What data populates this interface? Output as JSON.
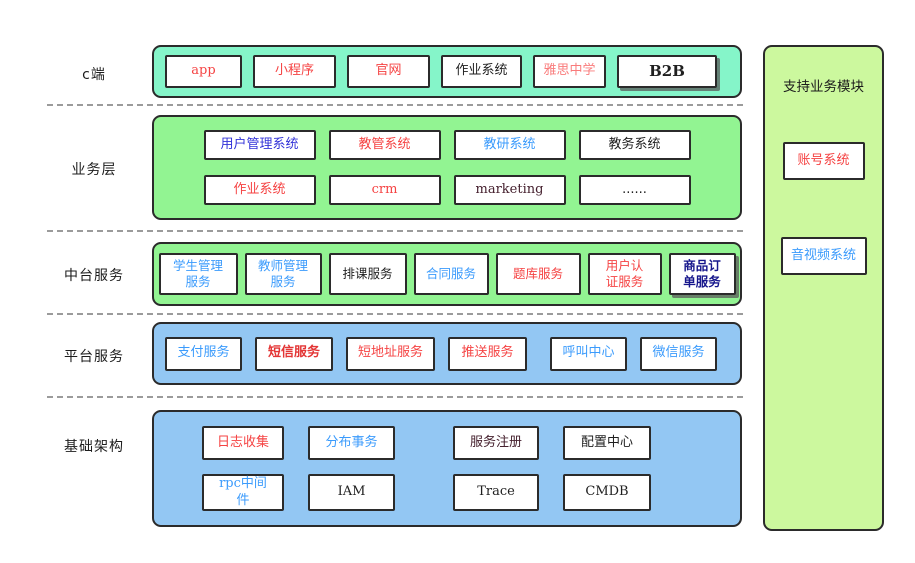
{
  "colors": {
    "c_side_fill": "#85f5c9",
    "business_fill": "#92f492",
    "middle_fill": "#92f492",
    "platform_fill": "#93c7f3",
    "infra_fill": "#93c7f3",
    "sidebar_fill": "#ccf89e",
    "border": "#2b2b2b",
    "red": "#f54343",
    "light_red": "#f97b7b",
    "light_blue": "#3b9bfc",
    "royal_blue": "#3232d8",
    "navy": "#16168c",
    "black": "#1f1f1f",
    "dark_maroon": "#45202e"
  },
  "rows": [
    {
      "label": "c端",
      "boxes": [
        {
          "text": "app",
          "color": "#f54343"
        },
        {
          "text": "小程序",
          "color": "#f54343"
        },
        {
          "text": "官网",
          "color": "#f54343"
        },
        {
          "text": "作业系统",
          "color": "#1f1f1f"
        },
        {
          "text": "雅思中学",
          "color": "#f97b7b"
        },
        {
          "text": "B2B",
          "color": "#1f1f1f"
        }
      ]
    },
    {
      "label": "业务层",
      "boxes": [
        {
          "text": "用户管理系统",
          "color": "#3232d8"
        },
        {
          "text": "教管系统",
          "color": "#f54343"
        },
        {
          "text": "教研系统",
          "color": "#3b9bfc"
        },
        {
          "text": "教务系统",
          "color": "#1f1f1f"
        },
        {
          "text": "作业系统",
          "color": "#f54343"
        },
        {
          "text": "crm",
          "color": "#f54343"
        },
        {
          "text": "marketing",
          "color": "#45202e"
        },
        {
          "text": "......",
          "color": "#1f1f1f"
        }
      ]
    },
    {
      "label": "中台服务",
      "boxes": [
        {
          "text": "学生管理\n服务",
          "color": "#3b9bfc"
        },
        {
          "text": "教师管理\n服务",
          "color": "#3b9bfc"
        },
        {
          "text": "排课服务",
          "color": "#1f1f1f"
        },
        {
          "text": "合同服务",
          "color": "#3b9bfc"
        },
        {
          "text": "题库服务",
          "color": "#f54343"
        },
        {
          "text": "用户认\n证服务",
          "color": "#f54343"
        },
        {
          "text": "商品订\n单服务",
          "color": "#16168c"
        }
      ]
    },
    {
      "label": "平台服务",
      "boxes": [
        {
          "text": "支付服务",
          "color": "#3b9bfc"
        },
        {
          "text": "短信服务",
          "color": "#e33535"
        },
        {
          "text": "短地址服务",
          "color": "#f54343"
        },
        {
          "text": "推送服务",
          "color": "#f54343"
        },
        {
          "text": "呼叫中心",
          "color": "#3b9bfc"
        },
        {
          "text": "微信服务",
          "color": "#3b9bfc"
        }
      ]
    },
    {
      "label": "基础架构",
      "boxes": [
        {
          "text": "日志收集",
          "color": "#f54343"
        },
        {
          "text": "分布事务",
          "color": "#3b9bfc"
        },
        {
          "text": "服务注册",
          "color": "#45202e"
        },
        {
          "text": "配置中心",
          "color": "#1f1f1f"
        },
        {
          "text": "rpc中间\n件",
          "color": "#3b9bfc"
        },
        {
          "text": "IAM",
          "color": "#1f1f1f"
        },
        {
          "text": "Trace",
          "color": "#1f1f1f"
        },
        {
          "text": "CMDB",
          "color": "#1f1f1f"
        }
      ]
    }
  ],
  "sidebar": {
    "title": "支持业务模块",
    "boxes": [
      {
        "text": "账号系统",
        "color": "#f54343"
      },
      {
        "text": "音视频系统",
        "color": "#3b9bfc"
      }
    ]
  }
}
